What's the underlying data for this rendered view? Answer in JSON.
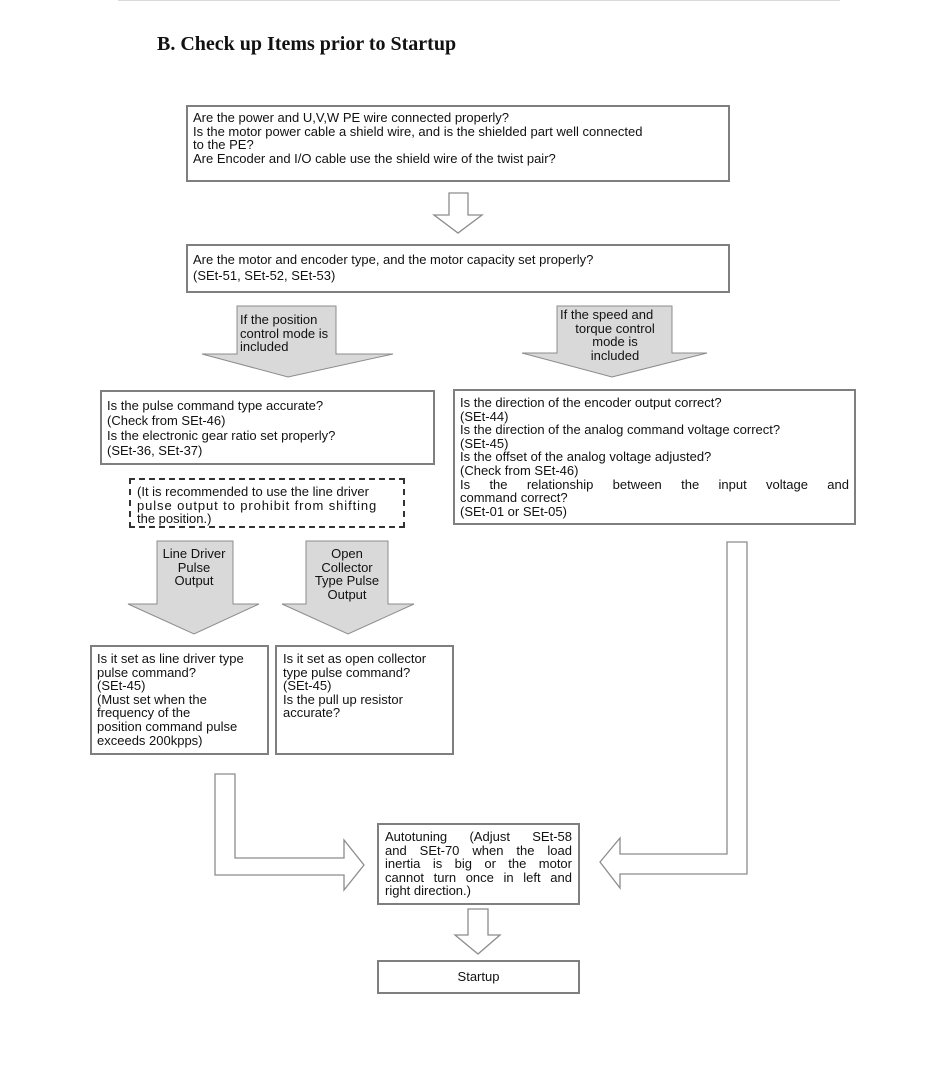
{
  "heading": "B. Check up Items prior to Startup",
  "boxes": {
    "wiring": [
      "Are the power and U,V,W PE wire connected properly?",
      "Is the motor power cable a shield wire, and is the shielded part well connected",
      "to the PE?",
      "Are Encoder and I/O cable use the shield wire of the twist pair?"
    ],
    "motor_type": [
      "Are the motor and encoder type, and the motor capacity set properly?",
      "(SEt-51, SEt-52, SEt-53)"
    ],
    "pulse_command": [
      "Is the pulse command type accurate?",
      "(Check from SEt-46)",
      "Is the electronic gear   ratio set properly?",
      "(SEt-36, SEt-37)"
    ],
    "recommend": [
      "(It is recommended to use the line driver",
      "pulse output to prohibit from shifting",
      "the position.)"
    ],
    "speed_torque": {
      "line1": "Is the direction of the encoder output correct?",
      "line2": "(SEt-44)",
      "line3": "Is the direction of the analog command voltage correct?",
      "line4": "(SEt-45)",
      "line5": "Is the offset of the analog voltage adjusted?",
      "line6": "(Check from SEt-46)",
      "line7_words": [
        "Is",
        "the",
        "relationship",
        "between",
        "the",
        "input",
        "voltage",
        "and"
      ],
      "line8": "command correct?",
      "line9": "(SEt-01 or SEt-05)"
    },
    "line_driver": [
      "Is it set as line driver type",
      "pulse command?",
      "(SEt-45)",
      "(Must set when the",
      "frequency of the",
      "position command pulse",
      "exceeds 200kpps)"
    ],
    "open_collector": [
      "Is it set as open collector",
      "type pulse command?",
      "(SEt-45)",
      "Is the pull up resistor",
      "accurate?"
    ],
    "autotuning": {
      "row1": [
        "Autotuning",
        "(Adjust",
        "SEt-58"
      ],
      "row2": [
        "and",
        "SEt-70",
        "when",
        "the",
        "load"
      ],
      "row3": [
        "inertia",
        "is",
        "big",
        "or",
        "the",
        "motor"
      ],
      "row4": [
        "cannot",
        "turn",
        "once",
        "in",
        "left",
        "and"
      ],
      "row5": "right direction.)"
    },
    "startup": "Startup"
  },
  "arrow_labels": {
    "position_mode": [
      "If the position",
      "control mode is",
      "included"
    ],
    "speed_torque_mode": [
      "If the   speed and",
      "torque control",
      "mode is",
      "included"
    ],
    "line_driver_output": [
      "Line Driver",
      "Pulse",
      "Output"
    ],
    "open_collector_output": [
      "Open",
      "Collector",
      "Type Pulse",
      "Output"
    ]
  },
  "colors": {
    "box_border": "#7f7f7f",
    "arrow_fill": "#d9d9d9",
    "arrow_stroke": "#8c8c8c",
    "text": "#111111"
  }
}
